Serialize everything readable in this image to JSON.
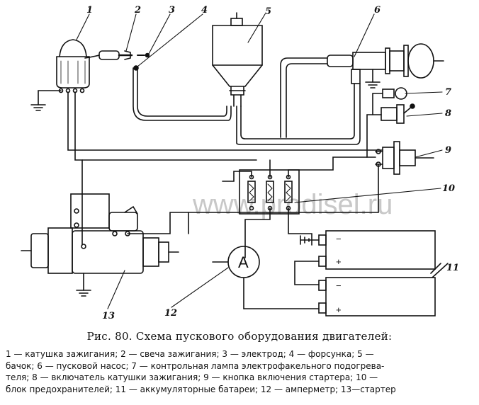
{
  "watermark": "www.prodisel.ru",
  "callouts": [
    "1",
    "2",
    "3",
    "4",
    "5",
    "6",
    "7",
    "8",
    "9",
    "10",
    "11",
    "12",
    "13"
  ],
  "ammeter_letter": "A",
  "battery_minus": "−",
  "battery_plus": "+",
  "caption": "Рис. 80. Схема пускового оборудования двигателей:",
  "legend": {
    "line1": "1 — катушка зажигания; 2 — свеча зажигания; 3 — электрод; 4 — форсунка; 5 —",
    "line2": "бачок; 6 — пусковой насос; 7 — контрольная лампа электрофакельного подогрева-",
    "line3": "теля; 8 — включатель катушки зажигания; 9 — кнопка включения стартера; 10 —",
    "line4": "блок предохранителей; 11 — аккумуляторные батареи; 12 — амперметр; 13—стартер"
  }
}
